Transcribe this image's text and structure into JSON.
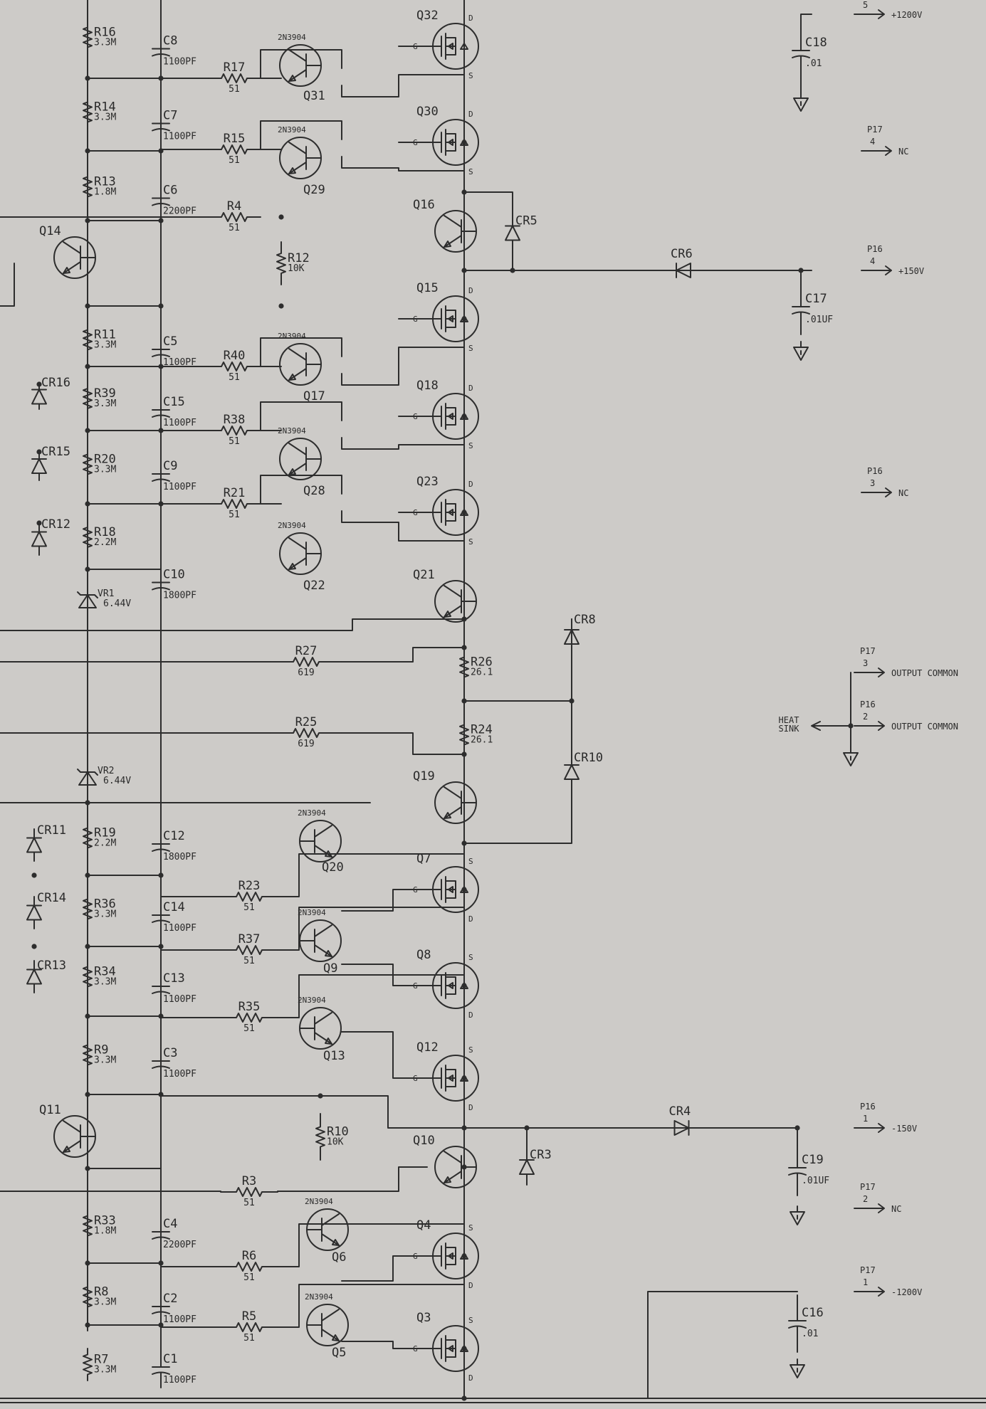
{
  "colors": {
    "paper": "#cdcbc8",
    "ink": "#2d2d2d"
  },
  "resistors": [
    {
      "ref": "R16",
      "value": "3.3M"
    },
    {
      "ref": "R14",
      "value": "3.3M"
    },
    {
      "ref": "R13",
      "value": "1.8M"
    },
    {
      "ref": "R11",
      "value": "3.3M"
    },
    {
      "ref": "R39",
      "value": "3.3M"
    },
    {
      "ref": "R20",
      "value": "3.3M"
    },
    {
      "ref": "R18",
      "value": "2.2M"
    },
    {
      "ref": "R19",
      "value": "2.2M"
    },
    {
      "ref": "R36",
      "value": "3.3M"
    },
    {
      "ref": "R34",
      "value": "3.3M"
    },
    {
      "ref": "R9",
      "value": "3.3M"
    },
    {
      "ref": "R33",
      "value": "1.8M"
    },
    {
      "ref": "R8",
      "value": "3.3M"
    },
    {
      "ref": "R7",
      "value": "3.3M"
    },
    {
      "ref": "R17",
      "value": "51"
    },
    {
      "ref": "R15",
      "value": "51"
    },
    {
      "ref": "R4",
      "value": "51"
    },
    {
      "ref": "R40",
      "value": "51"
    },
    {
      "ref": "R38",
      "value": "51"
    },
    {
      "ref": "R21",
      "value": "51"
    },
    {
      "ref": "R23",
      "value": "51"
    },
    {
      "ref": "R37",
      "value": "51"
    },
    {
      "ref": "R35",
      "value": "51"
    },
    {
      "ref": "R3",
      "value": "51"
    },
    {
      "ref": "R6",
      "value": "51"
    },
    {
      "ref": "R5",
      "value": "51"
    },
    {
      "ref": "R12",
      "value": "10K"
    },
    {
      "ref": "R10",
      "value": "10K"
    },
    {
      "ref": "R27",
      "value": "619"
    },
    {
      "ref": "R25",
      "value": "619"
    },
    {
      "ref": "R26",
      "value": "26.1"
    },
    {
      "ref": "R24",
      "value": "26.1"
    }
  ],
  "capacitors": [
    {
      "ref": "C8",
      "value": "1100PF"
    },
    {
      "ref": "C7",
      "value": "1100PF"
    },
    {
      "ref": "C6",
      "value": "2200PF"
    },
    {
      "ref": "C5",
      "value": "1100PF"
    },
    {
      "ref": "C15",
      "value": "1100PF"
    },
    {
      "ref": "C9",
      "value": "1100PF"
    },
    {
      "ref": "C10",
      "value": "1800PF"
    },
    {
      "ref": "C12",
      "value": "1800PF"
    },
    {
      "ref": "C14",
      "value": "1100PF"
    },
    {
      "ref": "C13",
      "value": "1100PF"
    },
    {
      "ref": "C3",
      "value": "1100PF"
    },
    {
      "ref": "C4",
      "value": "2200PF"
    },
    {
      "ref": "C2",
      "value": "1100PF"
    },
    {
      "ref": "C1",
      "value": "1100PF"
    },
    {
      "ref": "C18",
      "value": ".01"
    },
    {
      "ref": "C17",
      "value": ".01UF"
    },
    {
      "ref": "C19",
      "value": ".01UF"
    },
    {
      "ref": "C16",
      "value": ".01"
    }
  ],
  "mosfets": [
    "Q32",
    "Q30",
    "Q15",
    "Q18",
    "Q23",
    "Q7",
    "Q8",
    "Q12",
    "Q4",
    "Q3"
  ],
  "bjts": [
    {
      "ref": "Q31",
      "part": "2N3904"
    },
    {
      "ref": "Q29",
      "part": "2N3904"
    },
    {
      "ref": "Q17",
      "part": "2N3904"
    },
    {
      "ref": "Q28",
      "part": "2N3904"
    },
    {
      "ref": "Q22",
      "part": "2N3904"
    },
    {
      "ref": "Q20",
      "part": "2N3904"
    },
    {
      "ref": "Q9",
      "part": "2N3904"
    },
    {
      "ref": "Q13",
      "part": "2N3904"
    },
    {
      "ref": "Q6",
      "part": "2N3904"
    },
    {
      "ref": "Q5",
      "part": "2N3904"
    }
  ],
  "other_transistors": [
    "Q14",
    "Q16",
    "Q21",
    "Q19",
    "Q11",
    "Q10"
  ],
  "diodes": [
    "CR5",
    "CR6",
    "CR16",
    "CR15",
    "CR12",
    "CR8",
    "CR10",
    "CR11",
    "CR14",
    "CR13",
    "CR4",
    "CR3"
  ],
  "zeners": [
    {
      "ref": "VR1",
      "value": "6.44V"
    },
    {
      "ref": "VR2",
      "value": "6.44V"
    }
  ],
  "pin_letters": {
    "d": "D",
    "g": "G",
    "s": "S"
  },
  "connectors": [
    {
      "conn": "P17",
      "pin": "5",
      "net": "+1200V"
    },
    {
      "conn": "P17",
      "pin": "4",
      "net": "NC"
    },
    {
      "conn": "P16",
      "pin": "4",
      "net": "+150V"
    },
    {
      "conn": "P16",
      "pin": "3",
      "net": "NC"
    },
    {
      "conn": "P17",
      "pin": "3",
      "net": "OUTPUT COMMON"
    },
    {
      "conn": "P16",
      "pin": "2",
      "net": "OUTPUT COMMON"
    },
    {
      "conn": "P16",
      "pin": "1",
      "net": "-150V"
    },
    {
      "conn": "P17",
      "pin": "2",
      "net": "NC"
    },
    {
      "conn": "P17",
      "pin": "1",
      "net": "-1200V"
    }
  ],
  "heat_sink": [
    "HEAT",
    "SINK"
  ]
}
